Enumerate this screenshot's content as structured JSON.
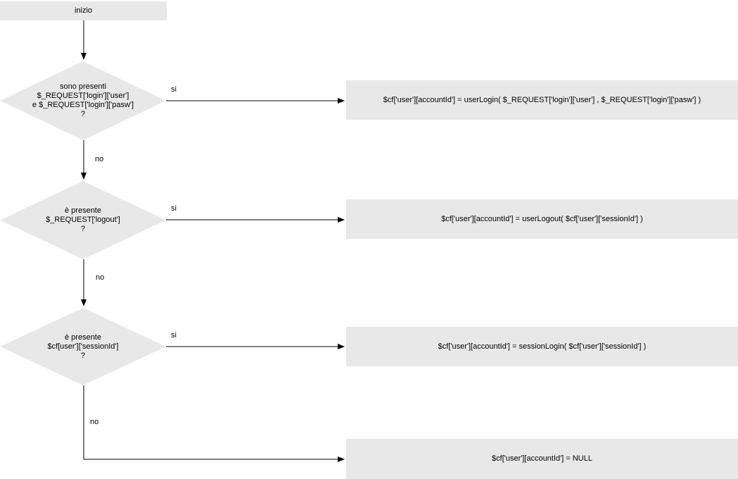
{
  "flowchart": {
    "language": "Italian",
    "colors": {
      "node_fill": "#e8e8e8",
      "arrow": "#000000",
      "background": "#ffffff",
      "text": "#000000"
    },
    "start": {
      "label": "inizio"
    },
    "decisions": [
      {
        "text": "sono presenti\n$_REQUEST['login']['user']\ne $_REQUEST['login']['pasw']\n?",
        "yes_label": "si",
        "no_label": "no"
      },
      {
        "text": "è presente\n$_REQUEST['logout']\n?",
        "yes_label": "si",
        "no_label": "no"
      },
      {
        "text": "è presente\n$cf[user']['sessionId']\n?",
        "yes_label": "si",
        "no_label": "no"
      }
    ],
    "processes": [
      {
        "text": "$cf['user'][accountId'] = userLogin( $_REQUEST['login']['user'] , $_REQUEST['login']['pasw'] )"
      },
      {
        "text": "$cf['user'][accountId'] = userLogout( $cf['user']['sessionId'] )"
      },
      {
        "text": "$cf['user'][accountId'] = sessionLogin( $cf['user']['sessionId'] )"
      },
      {
        "text": "$cf['user'][accountId'] = NULL"
      }
    ]
  }
}
